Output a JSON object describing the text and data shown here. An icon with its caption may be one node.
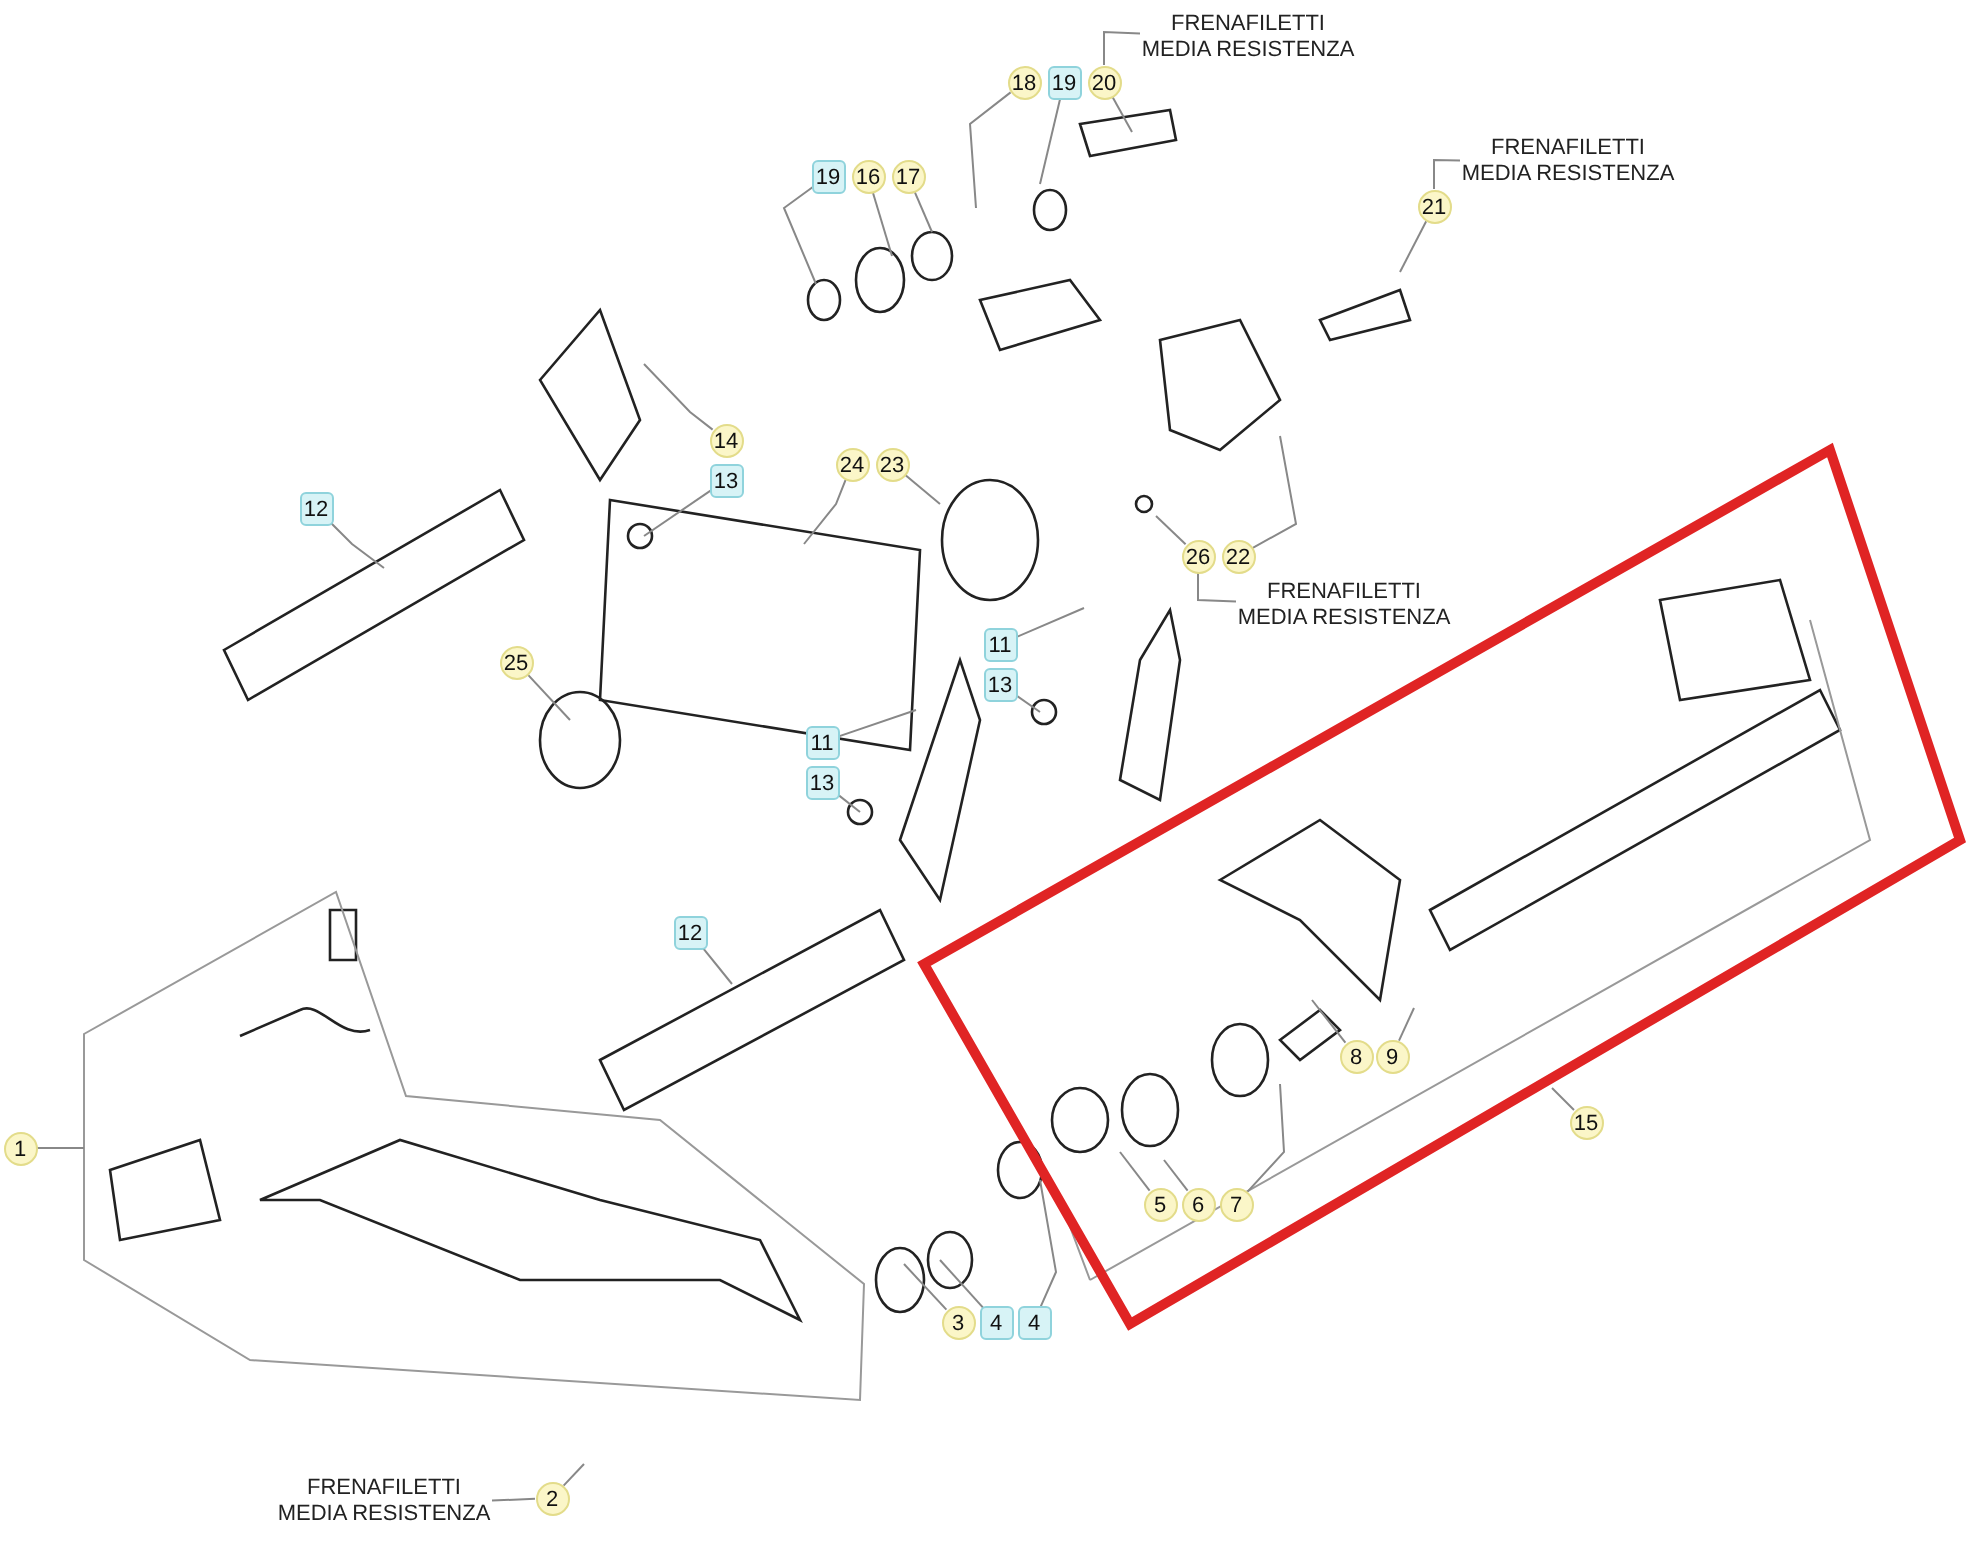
{
  "diagram": {
    "nodes": [
      {
        "text": [
          "FRENAFILETTI MEDIA RESISTENZA"
        ]
      },
      {
        "text": [
          "18"
        ]
      },
      {
        "text": [
          "19"
        ]
      },
      {
        "text": [
          "20"
        ]
      },
      {
        "text": [
          "FRENAFILETTI MEDIA RESISTENZA"
        ]
      },
      {
        "text": [
          "21"
        ]
      },
      {
        "text": [
          "19"
        ]
      },
      {
        "text": [
          "16"
        ]
      },
      {
        "text": [
          "17"
        ]
      },
      {
        "text": [
          "14"
        ]
      },
      {
        "text": [
          "13"
        ]
      },
      {
        "text": [
          "24"
        ]
      },
      {
        "text": [
          "23"
        ]
      },
      {
        "text": [
          "12"
        ]
      },
      {
        "text": [
          "26"
        ]
      },
      {
        "text": [
          "22"
        ]
      },
      {
        "text": [
          "FRENAFILETTI MEDIA RESISTENZA"
        ]
      },
      {
        "text": [
          "25"
        ]
      },
      {
        "text": [
          "11"
        ]
      },
      {
        "text": [
          "13"
        ]
      },
      {
        "text": [
          "11"
        ]
      },
      {
        "text": [
          "13"
        ]
      },
      {
        "text": [
          "12"
        ]
      },
      {
        "text": [
          "8"
        ]
      },
      {
        "text": [
          "9"
        ]
      },
      {
        "text": [
          "15"
        ]
      },
      {
        "text": [
          "1"
        ]
      },
      {
        "text": [
          "5"
        ]
      },
      {
        "text": [
          "6"
        ]
      },
      {
        "text": [
          "7"
        ]
      },
      {
        "text": [
          "3"
        ]
      },
      {
        "text": [
          "4"
        ]
      },
      {
        "text": [
          "4"
        ]
      },
      {
        "text": [
          "FRENAFILETTI MEDIA RESISTENZA"
        ]
      },
      {
        "text": [
          "2"
        ]
      }
    ],
    "edges": [
      {
        "from": 0,
        "to": 3,
        "arrow": "none"
      },
      {
        "from": 1,
        "to": null,
        "arrow": "none"
      },
      {
        "from": 2,
        "to": null,
        "arrow": "none"
      },
      {
        "from": 3,
        "to": null,
        "arrow": "none"
      },
      {
        "from": 4,
        "to": 5,
        "arrow": "none"
      },
      {
        "from": 5,
        "to": null,
        "arrow": "none"
      },
      {
        "from": 6,
        "to": null,
        "arrow": "none"
      },
      {
        "from": 7,
        "to": null,
        "arrow": "none"
      },
      {
        "from": 8,
        "to": null,
        "arrow": "none"
      },
      {
        "from": 9,
        "to": null,
        "arrow": "none"
      },
      {
        "from": 10,
        "to": null,
        "arrow": "none"
      },
      {
        "from": 11,
        "to": null,
        "arrow": "none"
      },
      {
        "from": 12,
        "to": null,
        "arrow": "none"
      },
      {
        "from": 13,
        "to": null,
        "arrow": "none"
      },
      {
        "from": 14,
        "to": null,
        "arrow": "none"
      },
      {
        "from": 15,
        "to": null,
        "arrow": "none"
      },
      {
        "from": 16,
        "to": 14,
        "arrow": "none"
      },
      {
        "from": 17,
        "to": null,
        "arrow": "none"
      },
      {
        "from": 18,
        "to": null,
        "arrow": "none"
      },
      {
        "from": 19,
        "to": null,
        "arrow": "none"
      },
      {
        "from": 20,
        "to": null,
        "arrow": "none"
      },
      {
        "from": 21,
        "to": null,
        "arrow": "none"
      },
      {
        "from": 22,
        "to": null,
        "arrow": "none"
      },
      {
        "from": 23,
        "to": null,
        "arrow": "none"
      },
      {
        "from": 24,
        "to": null,
        "arrow": "none"
      },
      {
        "from": 25,
        "to": null,
        "arrow": "none"
      },
      {
        "from": 26,
        "to": null,
        "arrow": "none"
      },
      {
        "from": 27,
        "to": null,
        "arrow": "none"
      },
      {
        "from": 28,
        "to": null,
        "arrow": "none"
      },
      {
        "from": 29,
        "to": null,
        "arrow": "none"
      },
      {
        "from": 30,
        "to": null,
        "arrow": "none"
      },
      {
        "from": 31,
        "to": null,
        "arrow": "none"
      },
      {
        "from": 32,
        "to": null,
        "arrow": "none"
      },
      {
        "from": 33,
        "to": 34,
        "arrow": "none"
      },
      {
        "from": 34,
        "to": null,
        "arrow": "none"
      }
    ]
  }
}
